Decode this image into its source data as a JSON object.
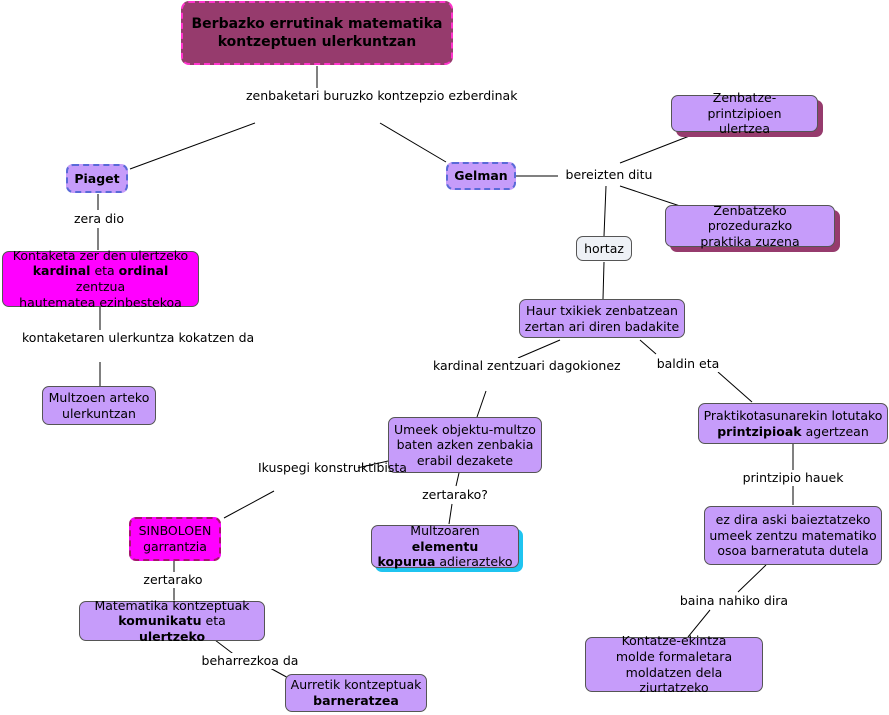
{
  "title": {
    "line1": "Berbazko errutinak matematika",
    "line2": "kontzeptuen ulerkuntzan"
  },
  "nodes": {
    "piaget": "Piaget",
    "gelman": "Gelman",
    "kontaketa": {
      "l1": "Kontaketa zer den ulertzeko",
      "l2_b1": "kardinal",
      "l2_m": " eta ",
      "l2_b2": "ordinal",
      "l2_e": " zentzua",
      "l3": "hautematea ezinbestekoa"
    },
    "multzoen": {
      "l1": "Multzoen arteko",
      "l2": "ulerkuntzan"
    },
    "printzipio": {
      "l1": "Zenbatze-printzipioen",
      "l2": "ulertzea"
    },
    "prozedura": {
      "l1": "Zenbatzeko prozedurazko",
      "l2": "praktika zuzena"
    },
    "hortaz": "hortaz",
    "haur": {
      "l1": "Haur txikiek zenbatzean",
      "l2": "zertan ari diren badakite"
    },
    "umeek": {
      "l1": "Umeek objektu-multzo",
      "l2": "baten azken zenbakia",
      "l3": "erabil dezakete"
    },
    "praktikotasuna": {
      "l1": "Praktikotasunarekin lotutako",
      "l2_b": "printzipioak",
      "l2_e": " agertzean"
    },
    "ez_dira": {
      "l1": "ez dira aski baieztatzeko",
      "l2": "umeek zentzu matematiko",
      "l3": "osoa barneratuta dutela"
    },
    "kontatze": {
      "l1": "Kontatze-ekintza",
      "l2": "molde formaletara",
      "l3": "moldatzen dela ziurtatzeko"
    },
    "sinboloen": {
      "l1": "SINBOLOEN",
      "l2": "garrantzia"
    },
    "multzoaren": {
      "l1_s": "Multzoaren ",
      "l1_b": "elementu",
      "l2_b": "kopurua",
      "l2_e": " adierazteko"
    },
    "matematika": {
      "l1": "Matematika kontzeptuak",
      "l2_b1": "komunikatu",
      "l2_m": " eta ",
      "l2_b2": "ulertzeko"
    },
    "auretik": {
      "l1": "Aurretik kontzeptuak",
      "l2_b": "barneratzea"
    }
  },
  "links": {
    "zenbaketari": {
      "l1": "zenbaketari buruzko",
      "l2": "kontzepzio ezberdinak"
    },
    "zera_dio": "zera dio",
    "kontaketaren": {
      "l1": "kontaketaren ulerkuntza",
      "l2": "kokatzen da"
    },
    "bereizten": "bereizten ditu",
    "kardinal": {
      "l1": "kardinal zentzuari",
      "l2": "dagokionez"
    },
    "baldin": "baldin eta",
    "ikuspegi": {
      "l1": "Ikuspegi",
      "l2": "konstruktibista"
    },
    "zertarako_q": "zertarako?",
    "printzipio_hauek": "printzipio hauek",
    "baina": "baina nahiko dira",
    "zertarako": "zertarako",
    "beharrezkoa": "beharrezkoa da"
  },
  "colors": {
    "node": "#c69cfa",
    "magenta": "#ff00ff",
    "title": "#963b6d",
    "shadow_maroon": "#963b6d",
    "shadow_cyan": "#1fc4f0",
    "dash_blue": "#5a6ad8"
  }
}
